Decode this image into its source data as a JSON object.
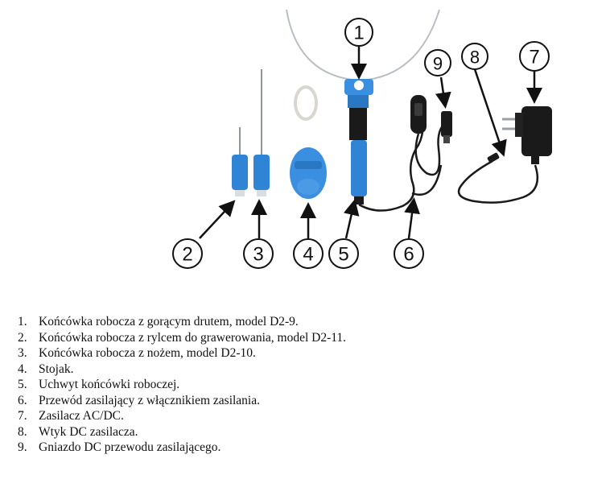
{
  "figure": {
    "callouts": [
      {
        "id": 1,
        "label": "1"
      },
      {
        "id": 2,
        "label": "2"
      },
      {
        "id": 3,
        "label": "3"
      },
      {
        "id": 4,
        "label": "4"
      },
      {
        "id": 5,
        "label": "5"
      },
      {
        "id": 6,
        "label": "6"
      },
      {
        "id": 7,
        "label": "7"
      },
      {
        "id": 8,
        "label": "8"
      },
      {
        "id": 9,
        "label": "9"
      }
    ],
    "colors": {
      "blue": "#2f84d6",
      "dark_blue": "#1d5fa8",
      "black": "#1a1a1a",
      "wire": "#9aa0a6"
    }
  },
  "legend": [
    {
      "number": "1.",
      "text": "Końcówka robocza z gorącym drutem, model D2-9."
    },
    {
      "number": "2.",
      "text": "Końcówka robocza z rylcem do grawerowania, model D2-11."
    },
    {
      "number": "3.",
      "text": "Końcówka robocza z nożem, model D2-10."
    },
    {
      "number": "4.",
      "text": "Stojak."
    },
    {
      "number": "5.",
      "text": "Uchwyt końcówki roboczej."
    },
    {
      "number": "6.",
      "text": "Przewód zasilający z włącznikiem zasilania."
    },
    {
      "number": "7.",
      "text": "Zasilacz AC/DC."
    },
    {
      "number": "8.",
      "text": "Wtyk DC zasilacza."
    },
    {
      "number": "9.",
      "text": "Gniazdo DC przewodu zasilającego."
    }
  ]
}
